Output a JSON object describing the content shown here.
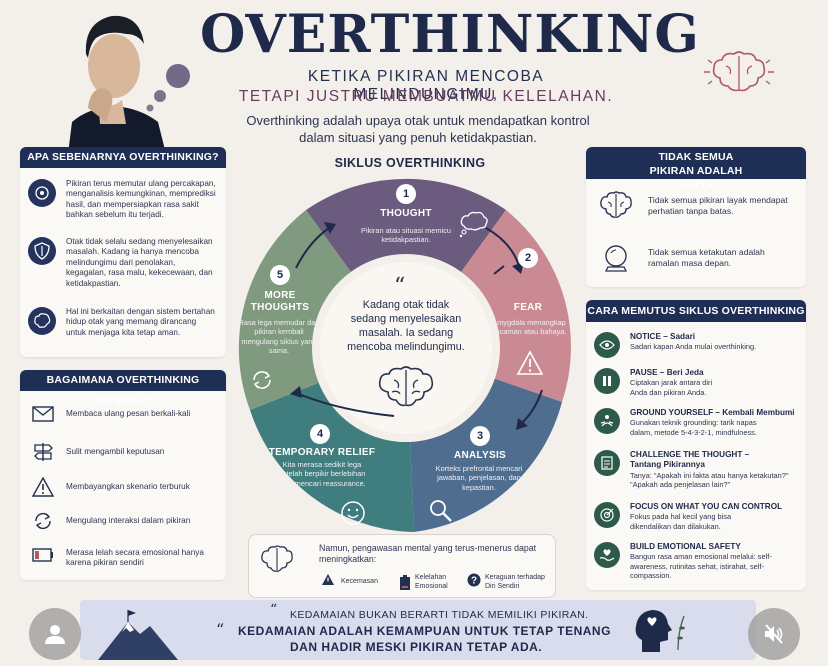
{
  "header": {
    "title": "OVERTHINKING",
    "subtitle_1": "KETIKA PIKIRAN MENCOBA MELINDUNGIMU,",
    "subtitle_2": "TETAPI JUSTRU MEMBUATMU KELELAHAN.",
    "intro": "Overthinking adalah upaya otak untuk mendapatkan kontrol dalam situasi yang penuh ketidakpastian."
  },
  "what_is": {
    "title": "APA SEBENARNYA OVERTHINKING?",
    "items": [
      {
        "icon": "brain-gears-icon",
        "text": "Pikiran terus memutar ulang percakapan, menganalisis kemungkinan, memprediksi hasil, dan mempersiapkan rasa sakit bahkan sebelum itu terjadi."
      },
      {
        "icon": "shield-icon",
        "text": "Otak tidak selalu sedang menyelesaikan masalah. Kadang ia hanya mencoba melindungimu dari penolakan, kegagalan, rasa malu, kekecewaan, dan ketidakpastian."
      },
      {
        "icon": "brain-icon",
        "text": "Hal ini berkaitan dengan sistem bertahan hidup otak yang memang dirancang untuk menjaga kita tetap aman."
      }
    ]
  },
  "how_appears": {
    "title": "BAGAIMANA OVERTHINKING MUNCUL?",
    "items": [
      {
        "icon": "mail-icon",
        "text": "Membaca ulang pesan berkali-kali"
      },
      {
        "icon": "signpost-icon",
        "text": "Sulit mengambil keputusan"
      },
      {
        "icon": "warning-icon",
        "text": "Membayangkan skenario terburuk"
      },
      {
        "icon": "refresh-icon",
        "text": "Mengulang interaksi dalam pikiran"
      },
      {
        "icon": "battery-low-icon",
        "text": "Merasa lelah secara emosional hanya karena pikiran sendiri"
      }
    ]
  },
  "cycle": {
    "title": "SIKLUS OVERTHINKING",
    "center": "Kadang otak tidak sedang menyelesaikan masalah. Ia sedang mencoba melindungimu.",
    "segments": [
      {
        "num": "1",
        "title": "THOUGHT",
        "text": "Pikiran atau situasi memicu ketidakpastian.",
        "color": "#6b5b7e"
      },
      {
        "num": "2",
        "title": "FEAR",
        "text": "Amygdala menangkap ancaman atau bahaya.",
        "color": "#c98a93"
      },
      {
        "num": "3",
        "title": "ANALYSIS",
        "text": "Korteks prefrontal mencari jawaban, penjelasan, dan kepastian.",
        "color": "#4f6e8f"
      },
      {
        "num": "4",
        "title": "TEMPORARY RELIEF",
        "text": "Kita merasa sedikit lega setelah berpikir berlebihan atau mencari reassurance.",
        "color": "#3f7d7e"
      },
      {
        "num": "5",
        "title": "MORE THOUGHTS",
        "text": "Rasa lega memudar dan pikiran kembali mengulang siklus yang sama.",
        "color": "#7f9a7f"
      }
    ]
  },
  "note": {
    "text": "Namun, pengawasan mental yang terus-menerus dapat meningkatkan:",
    "items": [
      "Kecemasan",
      "Kelelahan Emosional",
      "Keraguan terhadap Diri Sendiri"
    ]
  },
  "not_all": {
    "title": "TIDAK SEMUA PIKIRAN ADALAH FAKTA",
    "items": [
      {
        "icon": "brain-outline-icon",
        "text": "Tidak semua pikiran layak mendapat perhatian tanpa batas."
      },
      {
        "icon": "crystal-ball-icon",
        "text": "Tidak semua ketakutan adalah ramalan masa depan."
      }
    ]
  },
  "break_cycle": {
    "title": "CARA MEMUTUS SIKLUS OVERTHINKING",
    "items": [
      {
        "icon": "eye-icon",
        "head": "NOTICE – Sadari",
        "text": "Sadari kapan Anda mulai overthinking."
      },
      {
        "icon": "pause-icon",
        "head": "PAUSE – Beri Jeda",
        "text": "Ciptakan jarak antara diri Anda dan pikiran Anda."
      },
      {
        "icon": "meditation-icon",
        "head": "GROUND YOURSELF – Kembali Membumi",
        "text": "Gunakan teknik grounding: tarik napas dalam, metode 5-4-3-2-1, mindfulness."
      },
      {
        "icon": "checklist-icon",
        "head": "CHALLENGE THE THOUGHT – Tantang Pikirannya",
        "text": "Tanya: \"Apakah ini fakta atau hanya ketakutan?\" \"Apakah ada penjelasan lain?\""
      },
      {
        "icon": "target-icon",
        "head": "FOCUS ON WHAT YOU CAN CONTROL",
        "text": "Fokus pada hal kecil yang bisa dikendalikan dan dilakukan."
      },
      {
        "icon": "heart-hand-icon",
        "head": "BUILD EMOTIONAL SAFETY",
        "text": "Bangun rasa aman emosional melalui: self-awareness, rutinitas sehat, istirahat, self-compassion."
      }
    ]
  },
  "footer": {
    "quote_1": "KEDAMAIAN BUKAN BERARTI TIDAK MEMILIKI PIKIRAN.",
    "quote_2a": "KEDAMAIAN ADALAH KEMAMPUAN UNTUK TETAP TENANG",
    "quote_2b": "DAN HADIR MESKI PIKIRAN TETAP ADA."
  },
  "colors": {
    "navy": "#1f2e55",
    "plum": "#6a3d5e",
    "background": "#f3efea"
  }
}
